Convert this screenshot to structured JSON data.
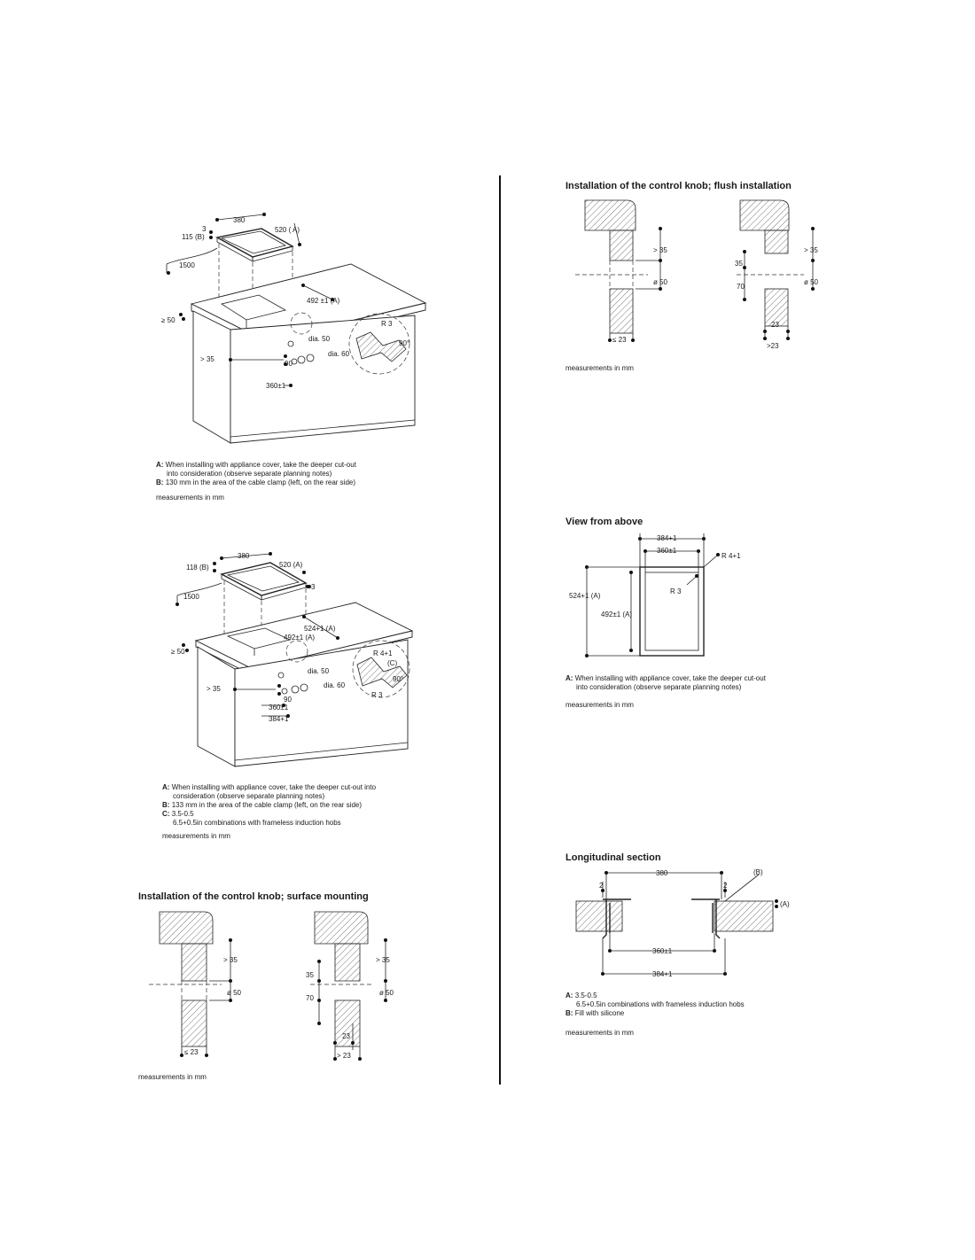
{
  "diagram1": {
    "labels": {
      "w380": "380",
      "d520": "520 ( A)",
      "b115": "115 (B)",
      "n3": "3",
      "n1500": "1500",
      "n492": "492 ±1 (A)",
      "ge50": "≥ 50",
      "r3": "R 3",
      "deg90": "90°",
      "dia50": "dia. 50",
      "dia60": "dia. 60",
      "gt35": "> 35",
      "n90": "90",
      "n360": "360±1"
    },
    "note_a_key": "A:",
    "note_a_l1": "When installing with appliance cover, take the deeper cut-out",
    "note_a_l2": "into consideration (observe separate planning notes)",
    "note_b_key": "B:",
    "note_b": "130 mm in the area of the cable clamp (left, on the rear side)",
    "measurements": "measurements in mm"
  },
  "diagram2": {
    "labels": {
      "w380": "380",
      "d520": "520 (A)",
      "b118": "118 (B)",
      "n3": "3",
      "n1500": "1500",
      "n524": "524+1 (A)",
      "n492": "492±1 (A)",
      "ge50": "≥ 50",
      "r4": "R 4+1",
      "c": "(C)",
      "deg90": "90°",
      "r3": "R 3",
      "dia50": "dia. 50",
      "dia60": "dia. 60",
      "gt35": "> 35",
      "n90": "90",
      "n360": "360±1",
      "n384": "384+1"
    },
    "note_a_key": "A:",
    "note_a_l1": "When installing with appliance cover, take the deeper cut-out into",
    "note_a_l2": "consideration (observe separate planning notes)",
    "note_b_key": "B:",
    "note_b": "133 mm in the area of the cable clamp (left, on the rear side)",
    "note_c_key": "C:",
    "note_c_l1": "3.5-0.5",
    "note_c_l2": "6.5+0.5in combinations with frameless induction hobs",
    "measurements": "measurements in mm"
  },
  "surface_mount": {
    "heading": "Installation of the control knob; surface mounting",
    "labels": {
      "gt35a": "> 35",
      "o50a": "ø 50",
      "le23": "≤ 23",
      "n35": "35",
      "n70": "70",
      "gt35b": "> 35",
      "o50b": "ø 50",
      "n23": "23",
      "gt23": "> 23"
    },
    "measurements": "measurements in mm"
  },
  "flush_install": {
    "heading": "Installation of the control knob; flush installation",
    "labels": {
      "gt35a": "> 35",
      "o50a": "ø 50",
      "le23": "≤ 23",
      "n35": "35",
      "n70": "70",
      "gt35b": "> 35",
      "o50b": "ø 50",
      "n23": "23",
      "gt23": ">23"
    },
    "measurements": "measurements in mm"
  },
  "view_above": {
    "heading": "View from above",
    "labels": {
      "n384": "384+1",
      "n360": "360±1",
      "r4": "R 4+1",
      "n524": "524+1 (A)",
      "r3": "R 3",
      "n492": "492±1 (A)"
    },
    "note_a_key": "A:",
    "note_a_l1": "When installing with appliance cover, take the deeper cut-out",
    "note_a_l2": "into consideration (observe separate planning notes)",
    "measurements": "measurements in mm"
  },
  "longitudinal": {
    "heading": "Longitudinal section",
    "labels": {
      "n380": "380",
      "b": "(B)",
      "n2a": "2",
      "n2b": "2",
      "a": "(A)",
      "n360": "360±1",
      "n384": "384+1"
    },
    "note_a_key": "A:",
    "note_a_l1": "3.5-0.5",
    "note_a_l2": "6.5+0.5in combinations with frameless induction hobs",
    "note_b_key": "B:",
    "note_b": "Fill with silicone",
    "measurements": "measurements in mm"
  }
}
